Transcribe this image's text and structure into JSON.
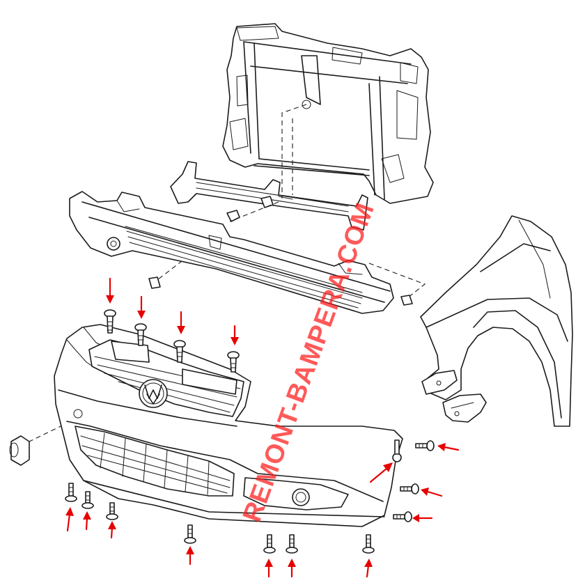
{
  "diagram": {
    "watermark": "REMONT-BAMPERA.COM",
    "colors": {
      "line": "#1a1a1a",
      "arrow": "#e60000",
      "watermark": "#ff1a1a",
      "background": "#ffffff"
    },
    "parts": [
      "radiator-support-frame",
      "bumper-reinforcement-beam",
      "front-bumper-cover",
      "radiator-grille",
      "vw-emblem",
      "fog-lamp-grille",
      "front-fender",
      "fender-bracket",
      "tow-eye-cap",
      "bumper-screws"
    ],
    "fastener_arrows": {
      "grille_screws": 4,
      "side_screws": 4,
      "bottom_screws": 7
    }
  }
}
